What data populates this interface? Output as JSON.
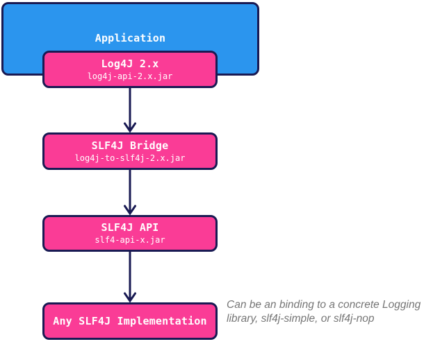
{
  "diagram": {
    "description": "Log4J 2.x to SLF4J bridge logging architecture flow diagram",
    "colors": {
      "background": "#ffffff",
      "application_fill": "#2B95EE",
      "node_fill": "#FA3C96",
      "border_and_arrows": "#191A53",
      "box_text": "#ffffff",
      "note_text": "#757575"
    },
    "application": {
      "label": "Application"
    },
    "nodes": [
      {
        "title": "Log4J 2.x",
        "subtitle": "log4j-api-2.x.jar"
      },
      {
        "title": "SLF4J Bridge",
        "subtitle": "log4j-to-slf4j-2.x.jar"
      },
      {
        "title": "SLF4J API",
        "subtitle": "slf4-api-x.jar"
      },
      {
        "title": "Any SLF4J Implementation"
      }
    ],
    "note": "Can be an binding to a concrete Logging library, slf4j-simple, or slf4j-nop"
  }
}
